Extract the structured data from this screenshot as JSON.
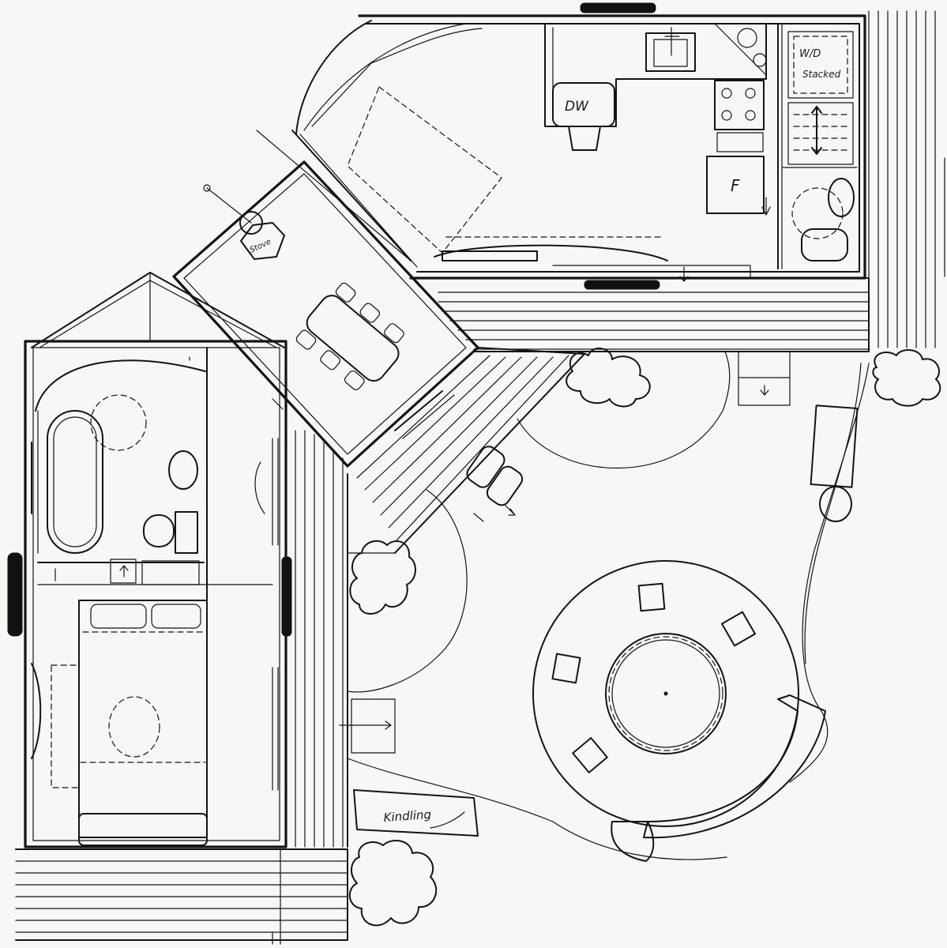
{
  "labels": {
    "dishwasher": "DW",
    "washer_dryer_line1": "W/D",
    "washer_dryer_line2": "Stacked",
    "fridge": "F",
    "stove": "Stove",
    "kindling": "Kindling"
  }
}
